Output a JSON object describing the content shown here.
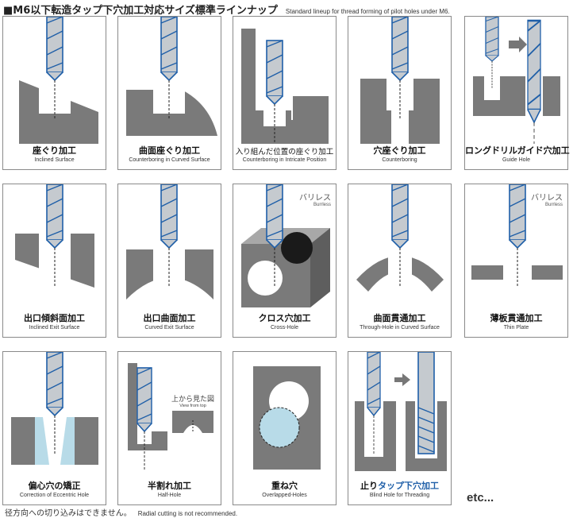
{
  "header": {
    "title": "■M6以下転造タップ下穴加工対応サイズ標準ラインナップ",
    "subtitle": "Standard lineup for thread forming of pilot holes under M6."
  },
  "cards": [
    {
      "jp": "座ぐり加工",
      "en": "Inclined Surface"
    },
    {
      "jp": "曲面座ぐり加工",
      "en": "Counterboring in Curved Surface"
    },
    {
      "jp": "入り組んだ位置の座ぐり加工",
      "en": "Counterboring in Intricate Position"
    },
    {
      "jp": "穴座ぐり加工",
      "en": "Counterboring"
    },
    {
      "jp": "ロングドリルガイド穴加工",
      "en": "Guide Hole"
    },
    {
      "jp": "出口傾斜面加工",
      "en": "Inclined Exit Surface"
    },
    {
      "jp": "出口曲面加工",
      "en": "Curved Exit Surface"
    },
    {
      "jp": "クロス穴加工",
      "en": "Cross-Hole"
    },
    {
      "jp": "曲面貫通加工",
      "en": "Through-Hole in Curved Surface"
    },
    {
      "jp": "薄板貫通加工",
      "en": "Thin Plate"
    },
    {
      "jp": "偏心穴の矯正",
      "en": "Correction of Eccentric Hole"
    },
    {
      "jp": "半割れ加工",
      "en": "Half-Hole"
    },
    {
      "jp": "重ね穴",
      "en": "Overlapped-Holes"
    },
    {
      "jp_prefix": "止り",
      "jp_accent": "タップ下穴加工",
      "en": "Blind Hole for Threading"
    }
  ],
  "burrless": {
    "jp": "バリレス",
    "en": "Burrless"
  },
  "view_from_top": {
    "jp": "上から見た図",
    "en": "View from top"
  },
  "etc": "etc...",
  "footnote": {
    "jp": "径方向への切り込みはできません。",
    "en": "Radial cutting is not recommended."
  },
  "colors": {
    "tool_grey": "#bfc4c9",
    "tool_blue": "#1f5fa8",
    "metal": "#7a7a7a",
    "card_border": "#8a8a8a",
    "accent": "#1f5fa8"
  }
}
